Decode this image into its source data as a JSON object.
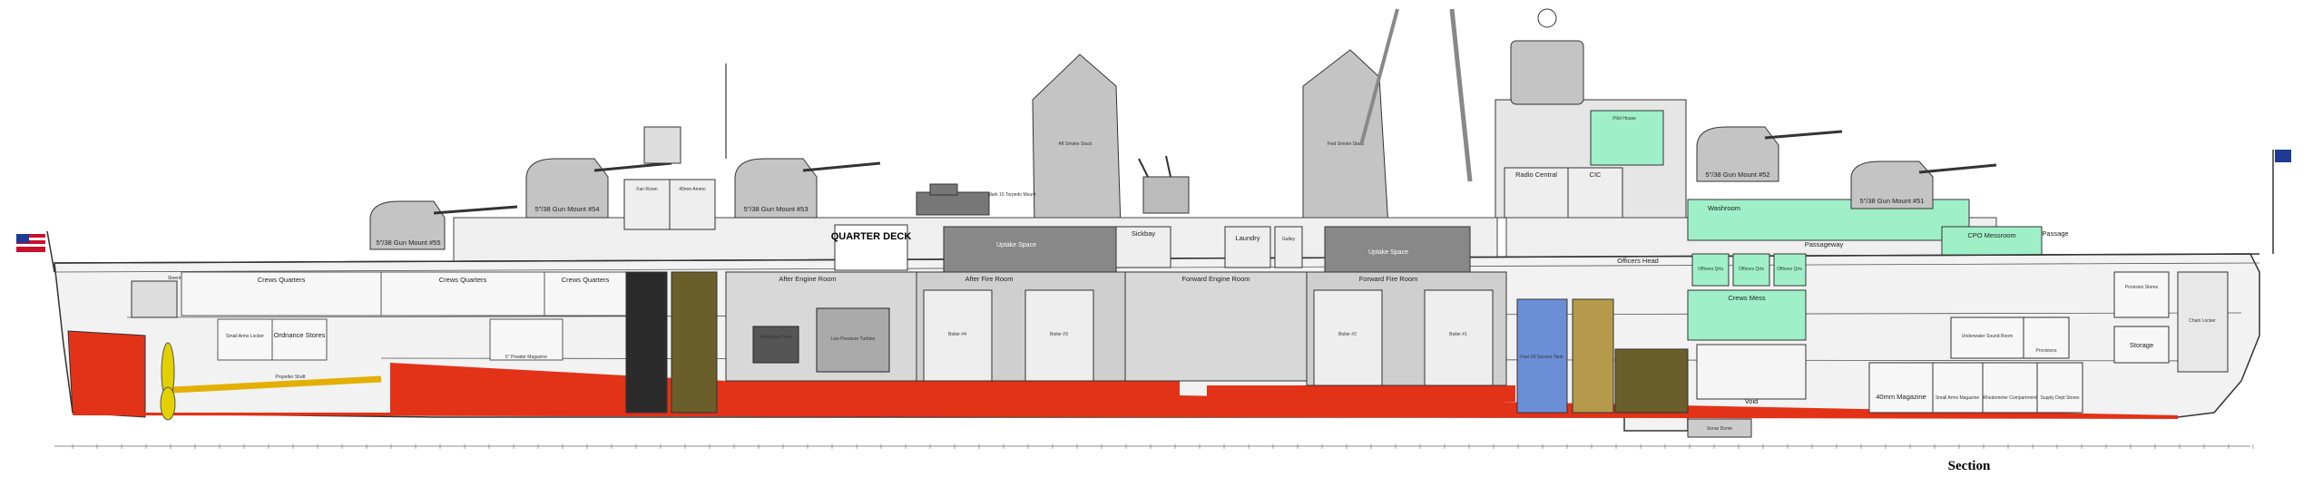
{
  "figure": {
    "caption": "Section",
    "labels": {
      "crews_quarters_a": "Crews Quarters",
      "crews_quarters_b": "Crews Quarters",
      "crews_quarters_c": "Crews Quarters",
      "gun_mount_54": "5\"/38 Gun Mount #54",
      "gun_mount_55": "5\"/38 Gun Mount #55",
      "gun_mount_53": "5\"/38 Gun Mount #53",
      "gun_mount_52": "5\"/38 Gun Mount #52",
      "gun_mount_51": "5\"/38 Gun Mount #51",
      "fan_room": "Fan Room",
      "forty_mm_ammo": "40mm Ammo",
      "quarter_deck": "QUARTER DECK",
      "uptake_space_a": "Uptake Space",
      "uptake_space_b": "Uptake Space",
      "after_fire_room": "After Fire Room",
      "forward_fire_room": "Forward Fire Room",
      "after_engine_room": "After Engine Room",
      "forward_engine_room": "Forward Engine Room",
      "boiler_4": "Boiler #4",
      "boiler_3": "Boiler #3",
      "boiler_2": "Boiler #2",
      "boiler_1": "Boiler #1",
      "laundry": "Laundry",
      "galley": "Galley",
      "sickbay": "Sickbay",
      "radio_central": "Radio Central",
      "cic": "CIC",
      "pilot_house": "Pilot House",
      "washroom": "Washroom",
      "officers_head": "Officers Head",
      "crews_mess": "Crews Mess",
      "passageway": "Passageway",
      "cpo_messroom": "CPO Messroom",
      "passage": "Passage",
      "officers_qrts_a": "Officers Qrts",
      "officers_qrts_b": "Officers Qrts",
      "officers_qrts_c": "Officers Qrts",
      "forty_mm_magazine": "40mm Magazine",
      "small_arms_magazine": "Small Arms Magazine",
      "rhodometer_compartment": "Rhodometer Compartment",
      "underwater_sound_room": "Underwater Sound Room",
      "provisions": "Provisions",
      "supply_dept_stores": "Supply Dept Stores",
      "storage": "Storage",
      "provision_stores": "Provision Stores",
      "ordnance_stores": "Ordnance Stores",
      "small_arms_locker": "Small Arms Locker",
      "void": "Void",
      "steering_gear_rm": "Steering Gear Rm",
      "pwr_powder_magazine": "5\" Powder Magazine",
      "reduction_gear": "Reduction Gear",
      "low_pressure_turbine": "Low Pressure Turbine",
      "fuel_oil_service_tank": "Fuel Oil Service Tank",
      "chain_locker": "Chain Locker",
      "sonar_dome": "Sonar Dome",
      "propeller_shaft": "Propeller Shaft",
      "torpedo_mount": "Mark 15 Torpedo Mount",
      "uptake_after": "Aft Smoke Stack",
      "uptake_forward": "Fwd Smoke Stack"
    }
  },
  "colors": {
    "hull_red": "#e23218",
    "deck_gray": "#c8c8c8",
    "mint": "#9ff0c8",
    "lime": "#8fd34a",
    "olive": "#6a5e2a",
    "tank_blue": "#6b8fd6",
    "tan": "#b49a4a"
  }
}
